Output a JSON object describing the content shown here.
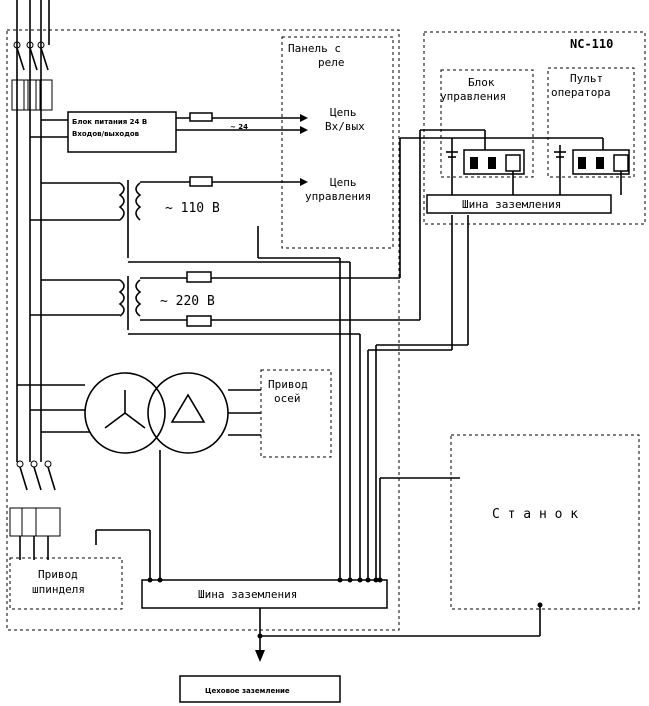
{
  "relay_panel": {
    "title_line1": "Панель с",
    "title_line2": "реле"
  },
  "power_supply": {
    "line1": "Блок питания 24 В",
    "line2": "Входов/выходов",
    "voltage": "~ 24"
  },
  "io_circuit": {
    "line1": "Цепь",
    "line2": "Вх/вых"
  },
  "control_circuit": {
    "line1": "Цепь",
    "line2": "управления"
  },
  "transformer_110": {
    "label": "~ 110 В"
  },
  "transformer_220": {
    "label": "~ 220 В"
  },
  "axis_drive": {
    "line1": "Привод",
    "line2": "осей"
  },
  "spindle_drive": {
    "line1": "Привод",
    "line2": "шпинделя"
  },
  "ground_bus_main": {
    "label": "Шина заземления"
  },
  "workshop_ground": {
    "label": "Цеховое заземление"
  },
  "nc110": {
    "title": "NC-110",
    "control_unit": {
      "line1": "Блок",
      "line2": "управления"
    },
    "operator_panel": {
      "line1": "Пульт",
      "line2": "оператора"
    },
    "ground_bus": {
      "label": "Шина заземления"
    }
  },
  "machine": {
    "label": "С т а н о к"
  }
}
